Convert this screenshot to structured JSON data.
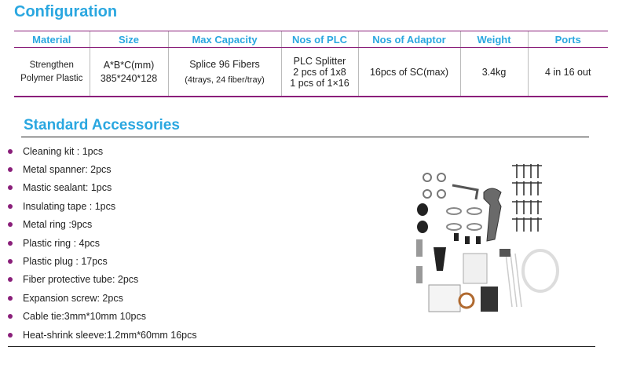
{
  "config": {
    "heading": "Configuration",
    "headers": [
      "Material",
      "Size",
      "Max Capacity",
      "Nos of PLC",
      "Nos of Adaptor",
      "Weight",
      "Ports"
    ],
    "row": {
      "material": [
        "Strengthen",
        "Polymer Plastic"
      ],
      "size": [
        "A*B*C(mm)",
        "385*240*128"
      ],
      "capacity": [
        "Splice 96 Fibers",
        "(4trays, 24 fiber/tray)"
      ],
      "plc": [
        "PLC Splitter",
        "2 pcs of 1x8",
        "1 pcs of 1×16"
      ],
      "adaptor": "16pcs of SC(max)",
      "weight": "3.4kg",
      "ports": "4 in 16 out"
    }
  },
  "accessories": {
    "heading": "Standard Accessories",
    "items": [
      "Cleaning kit : 1pcs",
      "Metal spanner: 2pcs",
      "Mastic sealant: 1pcs",
      "Insulating tape : 1pcs",
      "Metal ring :9pcs",
      "Plastic ring : 4pcs",
      "Plastic plug : 17pcs",
      "Fiber protective tube: 2pcs",
      "Expansion screw: 2pcs",
      "Cable tie:3mm*10mm 10pcs",
      "Heat-shrink sleeve:1.2mm*60mm 16pcs"
    ]
  },
  "colors": {
    "heading": "#2aa7e0",
    "rule": "#8a1f7a",
    "bullet": "#8a1f7a"
  },
  "images": {
    "accessories_photo": "accessories-photo"
  }
}
